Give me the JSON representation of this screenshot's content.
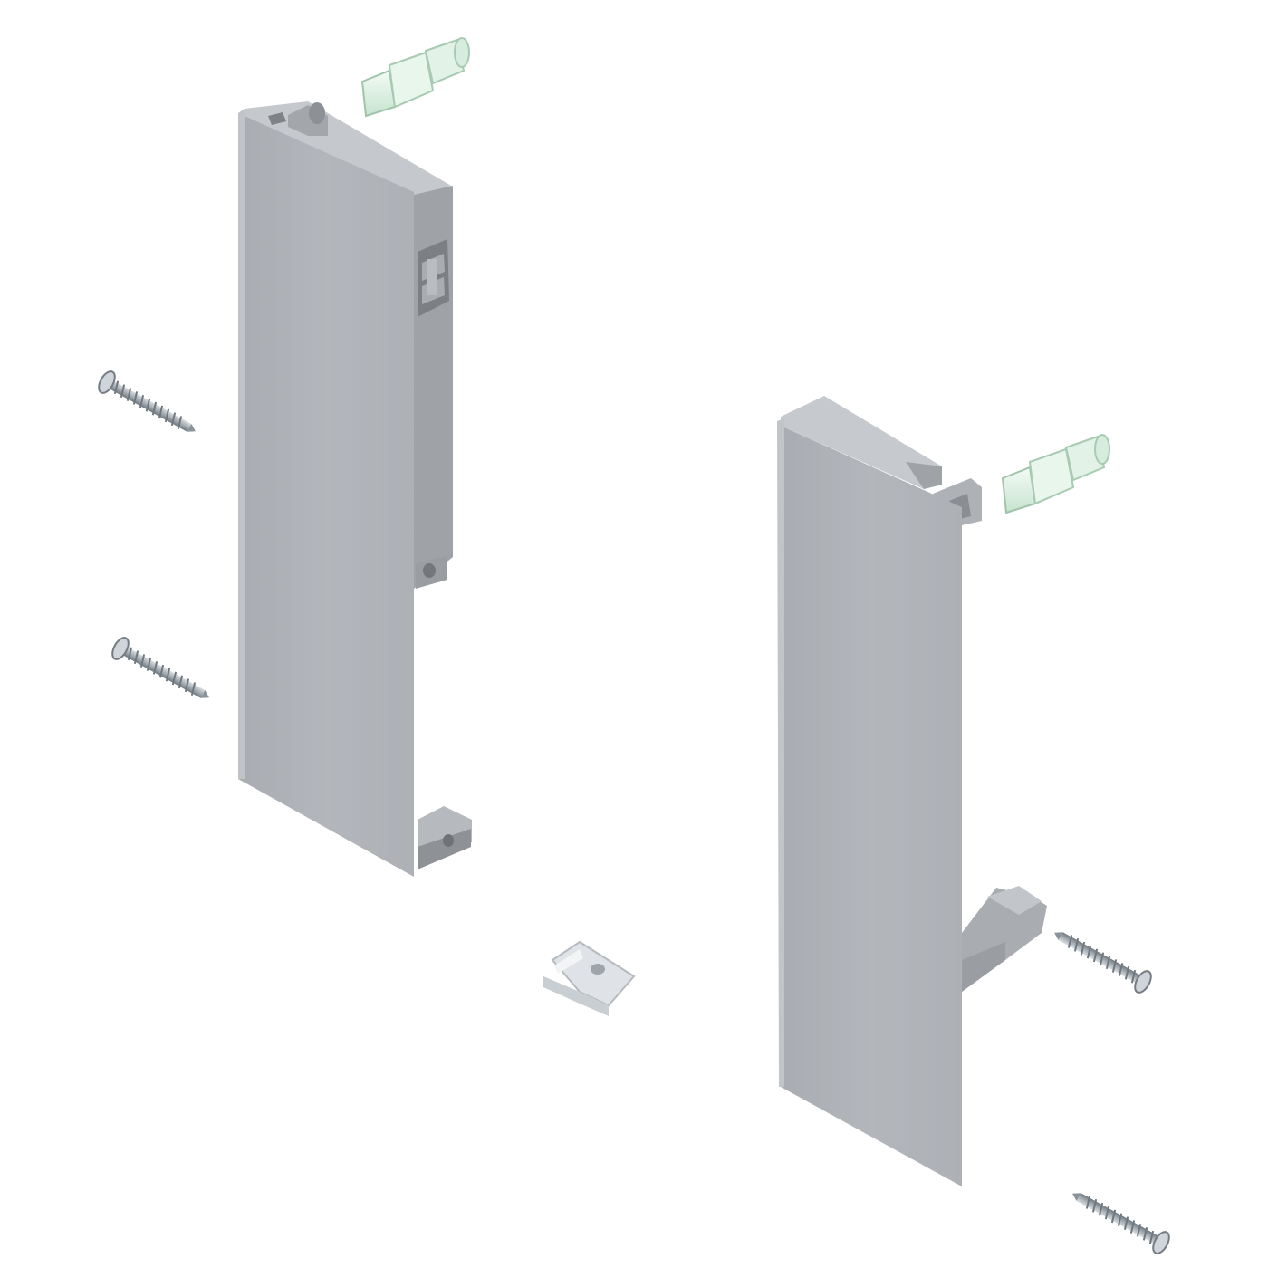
{
  "scene": {
    "background": "#ffffff",
    "colors": {
      "panel_face": "#b1b4b9",
      "panel_edge": "#c7cacd",
      "panel_side": "#9a9ea3",
      "panel_dark": "#7c8085",
      "screw": "#aab1b7",
      "screw_dark": "#6f787f",
      "dowel": "#dff2e4",
      "dowel_edge": "#9fc4aa",
      "clip": "#dfe3e7",
      "clip_dark": "#b5babf"
    },
    "parts": [
      {
        "name": "left-front-fixing-bracket"
      },
      {
        "name": "right-front-fixing-bracket"
      },
      {
        "name": "plastic-dowel",
        "count": 2
      },
      {
        "name": "wood-screw",
        "count": 4
      },
      {
        "name": "mounting-clip",
        "count": 1
      }
    ]
  }
}
